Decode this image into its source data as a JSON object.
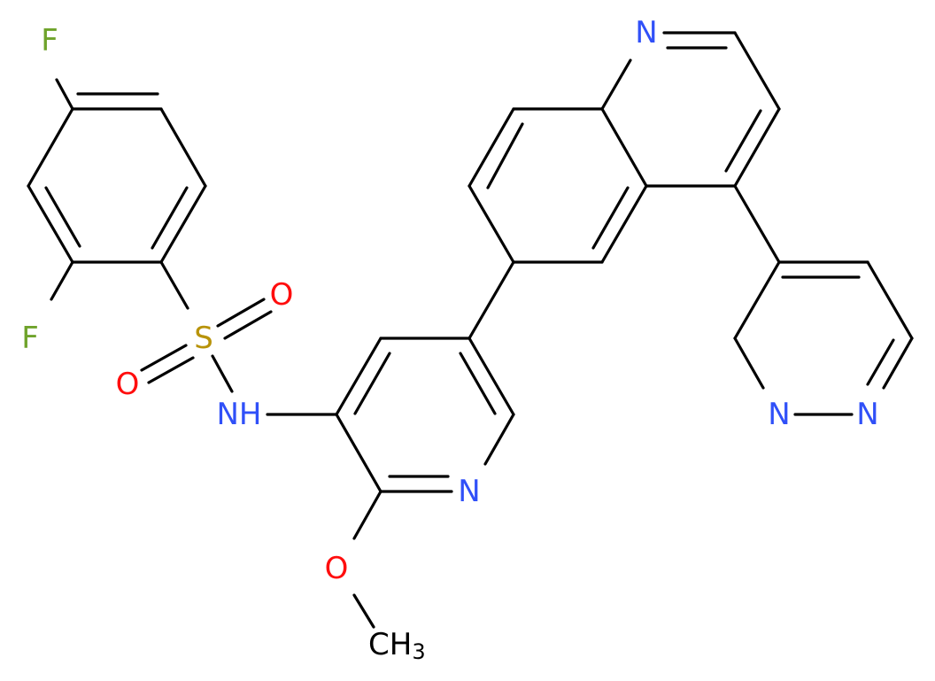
{
  "colors": {
    "bond": "#000000",
    "N": "#3050f8",
    "O": "#ff0d0d",
    "F": "#6fa32b",
    "S": "#b8930a",
    "C": "#000000"
  },
  "atoms": {
    "F_top": "F",
    "F_left": "F",
    "S": "S",
    "O_upper": "O",
    "O_lower": "O",
    "NH": "NH",
    "N_pyridine": "N",
    "O_methoxy": "O",
    "CH3_main": "CH",
    "CH3_sub": "3",
    "N_quinoline": "N",
    "N_pyridazine_left": "N",
    "N_pyridazine_right": "N"
  }
}
